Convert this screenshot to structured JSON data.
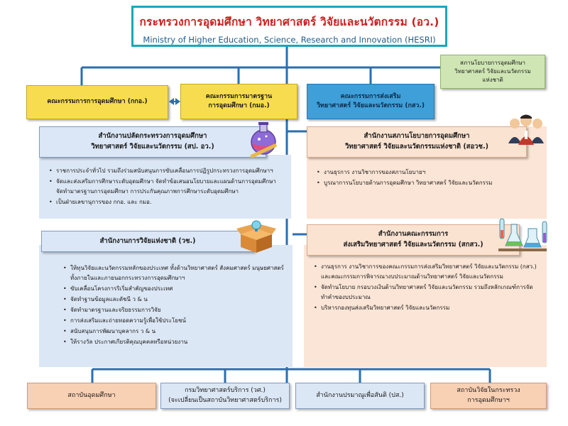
{
  "ministry": {
    "title_th": "กระทรวงการอุดมศึกษา วิทยาศาสตร์ วิจัยและนวัตกรรม (อว.)",
    "title_en": "Ministry of Higher Education, Science, Research and Innovation (HESRI)"
  },
  "committees": {
    "higher_ed": "คณะกรรมการการอุดมศึกษา (กกอ.)",
    "standards_l1": "คณะกรรมการมาตรฐาน",
    "standards_l2": "การอุดมศึกษา (กมอ.)",
    "promotion_l1": "คณะกรรมการส่งเสริม",
    "promotion_l2": "วิทยาศาสตร์ วิจัยและนวัตกรรม (กสว.)",
    "policy_council_l1": "สภานโยบายการอุดมศึกษา",
    "policy_council_l2": "วิทยาศาสตร์ วิจัยและนวัตกรรม",
    "policy_council_l3": "แห่งชาติ"
  },
  "offices": {
    "permanent_secretary": {
      "title_l1": "สำนักงานปลัดกระทรวงการอุดมศึกษา",
      "title_l2": "วิทยาศาสตร์ วิจัยและนวัตกรรม (สป. อว.)",
      "items": [
        "ราชการประจำทั่วไป รวมถึงร่วมสนับสนุนการขับเคลื่อนการปฏิรูปกระทรวงการอุดมศึกษาฯ",
        "จัดและส่งเสริมการศึกษาระดับอุดมศึกษา จัดทำข้อเสนอนโยบายและแผนด้านการอุดมศึกษา จัดทำมาตรฐานการอุดมศึกษา การประกันคุณภาพการศึกษาระดับอุดมศึกษา",
        "เป็นฝ่ายเลขานุการของ กกอ. และ กมอ."
      ]
    },
    "policy_council_office": {
      "title_l1": "สำนักงานสภานโยบายการอุดมศึกษา",
      "title_l2": "วิทยาศาสตร์ วิจัยและนวัตกรรมแห่งชาติ (สอวช.)",
      "items": [
        "งานธุรการ งานวิชาการของสภานโยบายฯ",
        "บูรณาการนโยบายด้านการอุดมศึกษา วิทยาศาสตร์ วิจัยและนวัตกรรม"
      ]
    },
    "research_council": {
      "title": "สำนักงานการวิจัยแห่งชาติ (วช.)",
      "items": [
        "ให้ทุนวิจัยและนวัตกรรมหลักของประเทศ ทั้งด้านวิทยาศาสตร์ สังคมศาสตร์ มนุษยศาสตร์ ทั้งภายในและภายนอกกระทรวงการอุดมศึกษาฯ",
        "ขับเคลื่อนโครงการริเริ่มสำคัญของประเทศ",
        "จัดทำฐานข้อมูลและดัชนี ว & น",
        "จัดทำมาตรฐานและจริยธรรมการวิจัย",
        "การส่งเสริมและถ่ายทอดความรู้เพื่อใช้ประโยชน์",
        "สนับสนุนการพัฒนาบุคลากร ว & น",
        "ให้รางวัล ประกาศเกียรติคุณบุคคลหรือหน่วยงาน"
      ]
    },
    "committee_office": {
      "title_l1": "สำนักงานคณะกรรมการ",
      "title_l2": "ส่งเสริมวิทยาศาสตร์ วิจัยและนวัตกรรม (สกสว.)",
      "items": [
        "งานธุรการ งานวิชาการของคณะกรรมการส่งเสริมวิทยาศาสตร์ วิจัยและนวัตกรรม (กสว.) และคณะกรรมการพิจารณางบประมาณด้านวิทยาศาสตร์ วิจัยและนวัตกรรม",
        "จัดทำนโยบาย กรอบวงเงินด้านวิทยาศาสตร์ วิจัยและนวัตกรรม รวมถึงหลักเกณฑ์การจัดทำคำของบประมาณ",
        "บริหารกองทุนส่งเสริมวิทยาศาสตร์ วิจัยและนวัตกรรม"
      ]
    }
  },
  "agencies": {
    "universities": "สถาบันอุดมศึกษา",
    "science_service_l1": "กรมวิทยาศาสตร์บริการ (วศ.)",
    "science_service_l2": "(จะเปลี่ยนเป็นสถาบันวิทยาศาสตร์บริการ)",
    "atoms_for_peace": "สำนักงานปรมาณูเพื่อสันติ (ปส.)",
    "research_institutes_l1": "สถาบันวิจัยในกระทรวง",
    "research_institutes_l2": "การอุดมศึกษาฯ"
  },
  "icons": [
    "flask-icon",
    "people-icon",
    "lightbulb-box-icon",
    "lab-equipment-icon",
    "double-arrow-icon"
  ],
  "colors": {
    "connector": "#2a6fb0",
    "title_border": "#1aa7b8",
    "yellow": "#f7dc4f",
    "blue": "#3f9fd8",
    "green": "#cfe6b4"
  }
}
